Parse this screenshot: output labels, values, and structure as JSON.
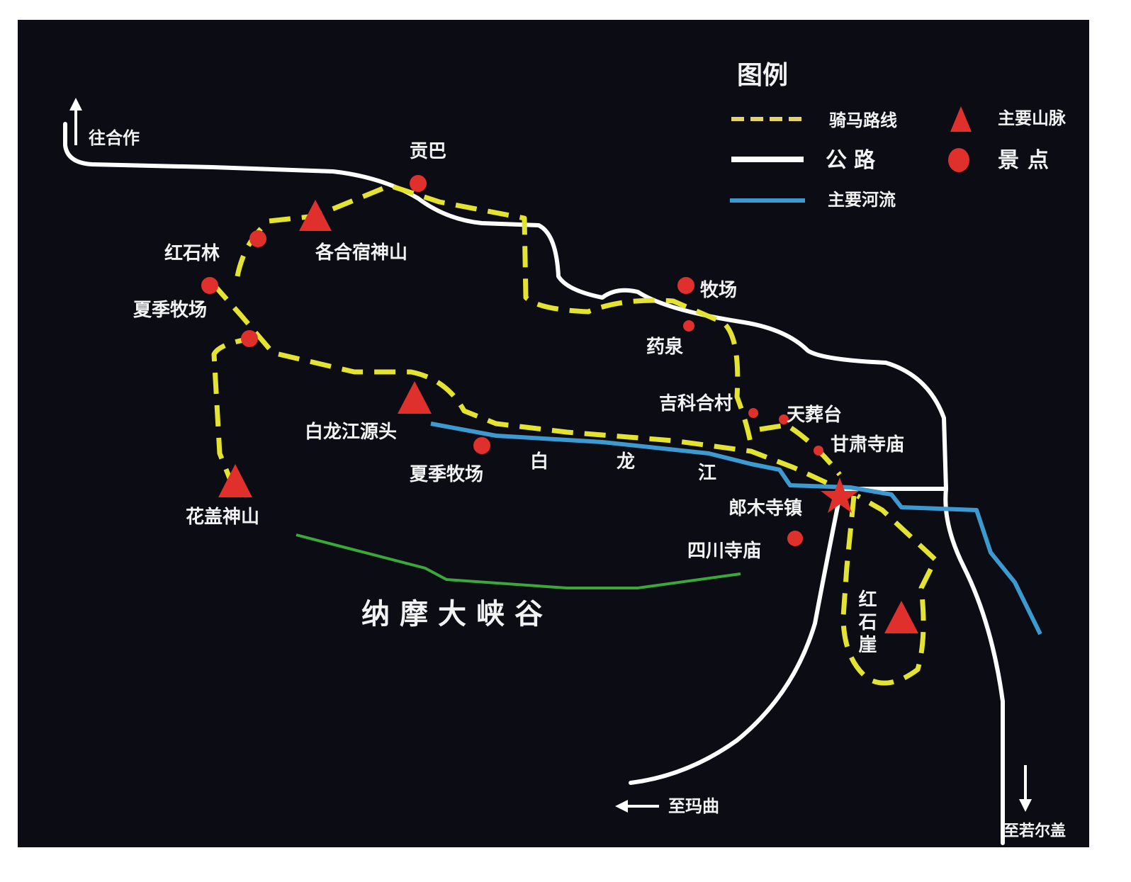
{
  "legend": {
    "title": "图例",
    "items": [
      {
        "label": "骑马路线",
        "symbol": "yellow-dashed-line",
        "color": "#e4e332"
      },
      {
        "label": "公路",
        "symbol": "white-line",
        "color": "#ffffff"
      },
      {
        "label": "主要河流",
        "symbol": "blue-line",
        "color": "#3d9ad1"
      },
      {
        "label": "主要山脉",
        "symbol": "red-triangle",
        "color": "#e0302b"
      },
      {
        "label": "景点",
        "symbol": "red-circle",
        "color": "#e0302b"
      }
    ]
  },
  "directions": {
    "north": "往合作",
    "southwest": "至玛曲",
    "southeast": "至若尔盖"
  },
  "mountains": [
    "各合宿神山",
    "白龙江源头",
    "花盖神山",
    "红石崖"
  ],
  "scenic_spots": [
    "贡巴",
    "红石林",
    "夏季牧场",
    "牧场",
    "药泉",
    "吉科合村",
    "天葬台",
    "甘肃寺庙",
    "夏季牧场",
    "四川寺庙"
  ],
  "town": "郎木寺镇",
  "river_name": [
    "白",
    "龙",
    "江"
  ],
  "canyon": "纳摩大峡谷",
  "colors": {
    "background": "#0b0c14",
    "accent": "#e0302b"
  }
}
